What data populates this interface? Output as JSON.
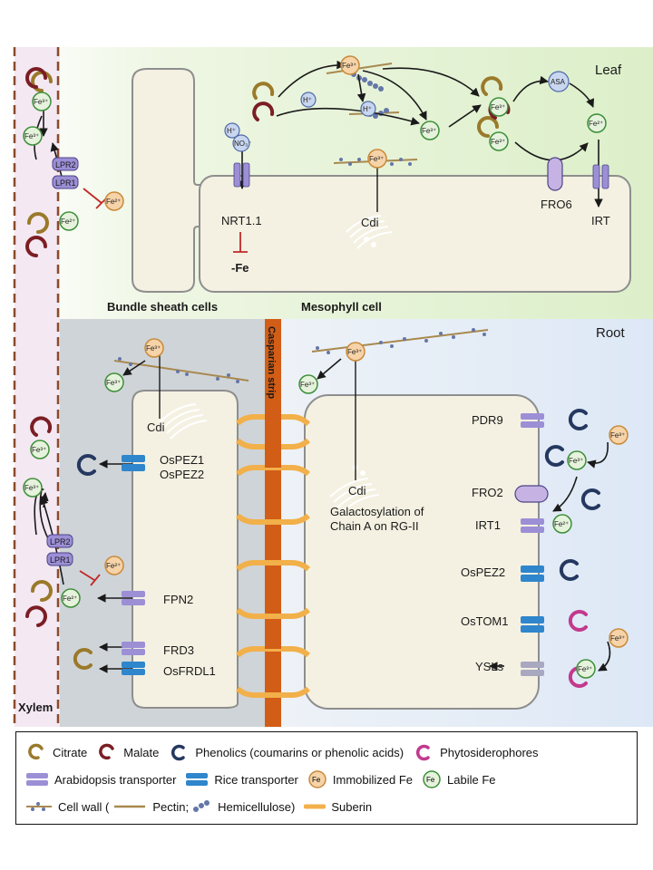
{
  "regions": {
    "leaf": "Leaf",
    "root": "Root",
    "xylem": "Xylem",
    "bundle_sheath": "Bundle sheath cells",
    "mesophyll": "Mesophyll cell",
    "casparian": "Casparian strip"
  },
  "ions": {
    "fe3": "Fe³⁺",
    "fe2": "Fe²⁺",
    "h": "H⁺",
    "no3": "NO₃⁻",
    "asa": "ASA"
  },
  "labels": {
    "lpr2": "LPR2",
    "lpr1": "LPR1",
    "nrt": "NRT1.1",
    "minus_fe": "-Fe",
    "cdi": "Cdi",
    "fro6": "FRO6",
    "irt": "IRT",
    "ospez1": "OsPEZ1",
    "ospez2": "OsPEZ2",
    "fpn2": "FPN2",
    "frd3": "FRD3",
    "osfrdl1": "OsFRDL1",
    "galacto1": "Galactosylation of",
    "galacto2": "Chain A on RG-II",
    "pdr9": "PDR9",
    "fro2": "FRO2",
    "irt1": "IRT1",
    "ospez2_root": "OsPEZ2",
    "ostom1": "OsTOM1",
    "ysls": "YSLs"
  },
  "legend": {
    "citrate": "Citrate",
    "malate": "Malate",
    "phenolics": "Phenolics (coumarins or phenolic acids)",
    "phytosiderophores": "Phytosiderophores",
    "arabidopsis": "Arabidopsis transporter",
    "rice": "Rice transporter",
    "fe_symbol": "Fe",
    "immobilized": "Immobilized Fe",
    "labile": "Labile Fe",
    "cell_wall": "Cell wall (",
    "pectin": "Pectin;",
    "hemicellulose": "Hemicellulose)",
    "suberin": "Suberin"
  },
  "colors": {
    "leaf_bg": "#e6f3d6",
    "root_bg": "#e3ecf7",
    "stele_bg": "#cfd4d8",
    "xylem_bg": "#f4e8f2",
    "cell_fill": "#f4f1e2",
    "citrate": "#9a7a2a",
    "malate": "#7b1e24",
    "phenolics": "#253860",
    "phyto": "#c2398e",
    "arab_tr": "#9c8fd6",
    "rice_tr": "#2f86cc",
    "immobile_fill": "#f6d3a8",
    "labile_fill": "#e6f3dc",
    "suberin": "#f2b04a",
    "casparian": "#d15d16"
  }
}
